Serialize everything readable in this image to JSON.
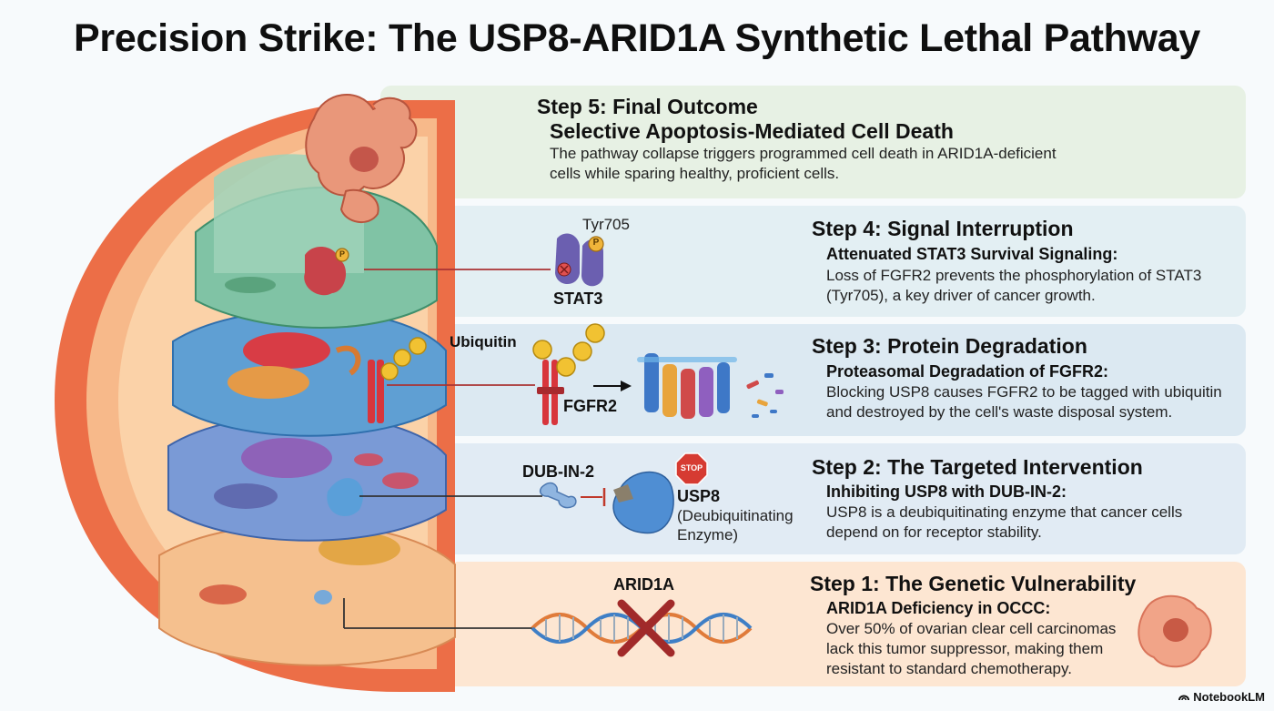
{
  "title": "Precision Strike: The USP8-ARID1A Synthetic Lethal Pathway",
  "steps": [
    {
      "title": "Step 5: Final Outcome",
      "subtitle": "Selective Apoptosis-Mediated Cell Death",
      "description": "The pathway collapse triggers programmed cell death in ARID1A-deficient cells while sparing healthy, proficient cells.",
      "color": "#e7f1e4"
    },
    {
      "title": "Step 4: Signal Interruption",
      "subtitle": "Attenuated STAT3 Survival Signaling:",
      "description": "Loss of FGFR2 prevents the phosphorylation of STAT3 (Tyr705), a key driver of cancer growth.",
      "color": "#e3eff3"
    },
    {
      "title": "Step 3: Protein Degradation",
      "subtitle": "Proteasomal Degradation of FGFR2:",
      "description": "Blocking USP8 causes FGFR2 to be tagged with ubiquitin and destroyed by the cell's waste disposal system.",
      "color": "#dce9f2"
    },
    {
      "title": "Step 2: The Targeted Intervention",
      "subtitle": "Inhibiting USP8 with DUB-IN-2:",
      "description": "USP8 is a deubiquitinating enzyme that cancer cells depend on for receptor stability.",
      "color": "#e1ebf4"
    },
    {
      "title": "Step 1: The Genetic Vulnerability",
      "subtitle": "ARID1A Deficiency in OCCC:",
      "description": "Over 50% of ovarian clear cell carcinomas lack this tumor suppressor, making them resistant to standard chemotherapy.",
      "color": "#fde6d2"
    }
  ],
  "labels": {
    "tyr705": "Tyr705",
    "stat3": "STAT3",
    "phospho": "P",
    "ubiquitin": "Ubiquitin",
    "fgfr2": "FGFR2",
    "dub_in_2": "DUB-IN-2",
    "stop": "STOP",
    "usp8": "USP8",
    "usp8_desc_line1": "(Deubiquitinating",
    "usp8_desc_line2": "Enzyme)",
    "arid1a": "ARID1A"
  },
  "brand": "NotebookLM",
  "colors": {
    "cell_membrane": "#ea6a45",
    "nucleus_layer": "#6fb59a",
    "golgi_layer": "#4f8fc4",
    "er_layer": "#5d87c8",
    "cyto_layer": "#f1b07a"
  }
}
